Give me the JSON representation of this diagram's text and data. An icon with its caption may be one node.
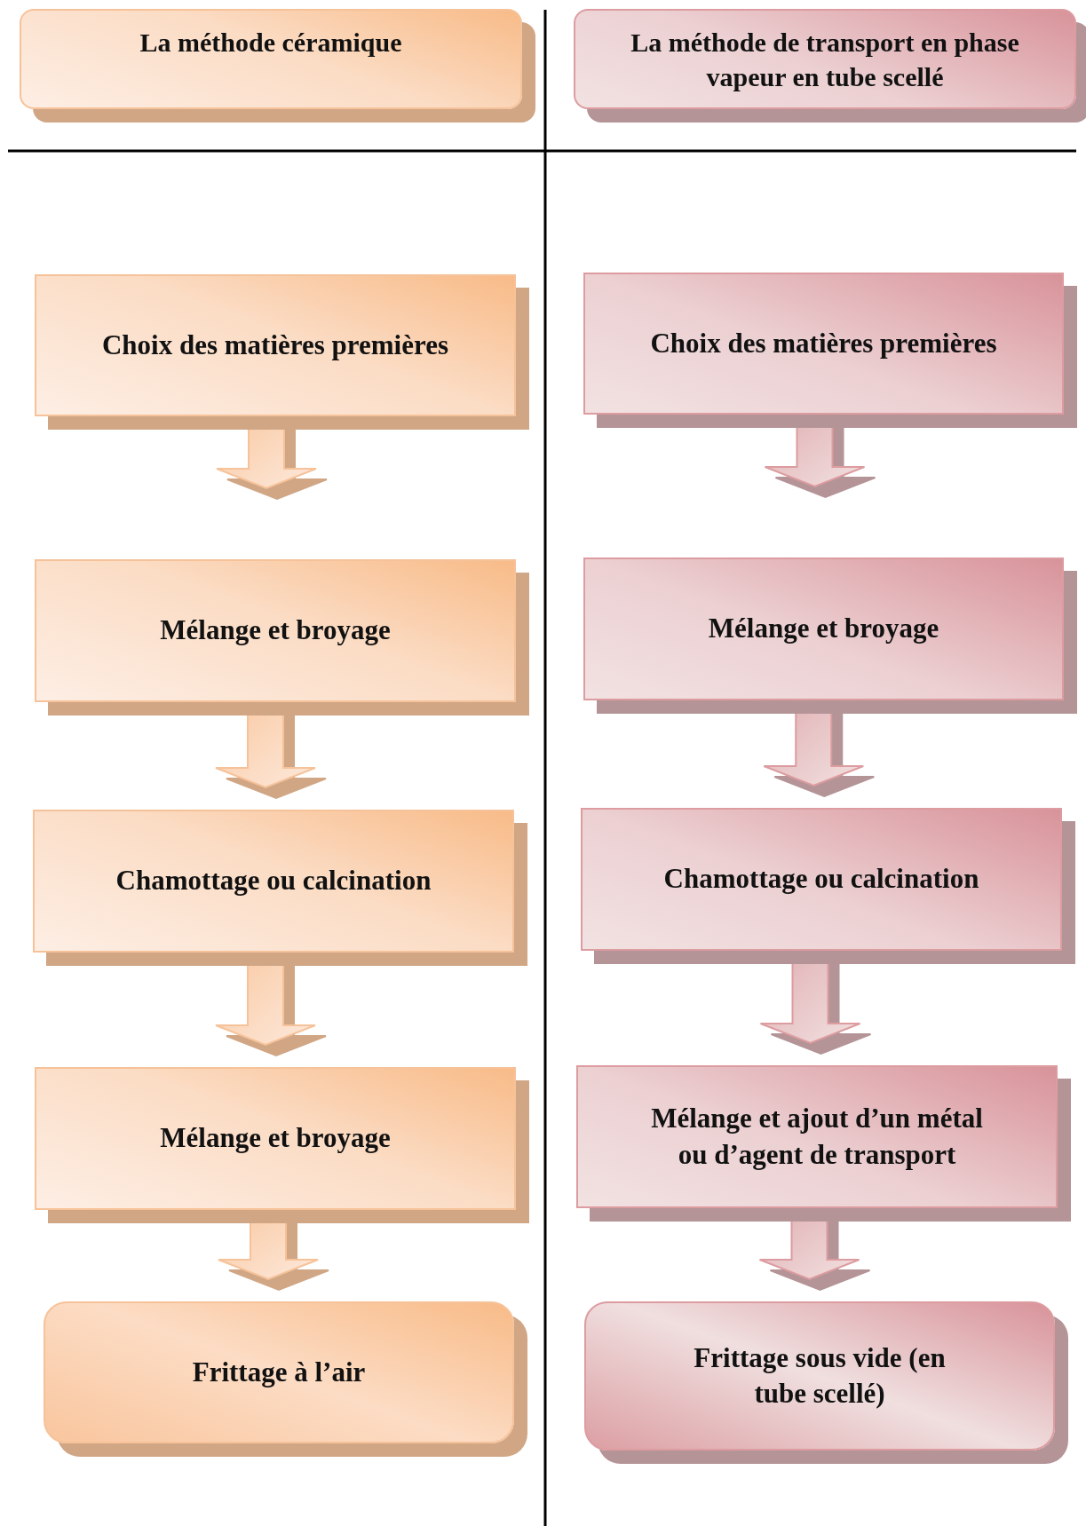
{
  "diagram": {
    "nodes": [
      {
        "text": [
          "La méthode céramique"
        ]
      },
      {
        "text": [
          "La méthode de transport en phase vapeur en tube scellé"
        ]
      },
      {
        "text": [
          "Choix des matières premières"
        ]
      },
      {
        "text": [
          "Mélange et broyage"
        ]
      },
      {
        "text": [
          "Chamottage ou calcination"
        ]
      },
      {
        "text": [
          "Mélange et broyage"
        ]
      },
      {
        "text": [
          "Frittage à l’air"
        ]
      },
      {
        "text": [
          "Choix des matières premières"
        ]
      },
      {
        "text": [
          "Mélange et broyage"
        ]
      },
      {
        "text": [
          "Chamottage ou calcination"
        ]
      },
      {
        "text": [
          "Mélange et ajout d’un métal ou d’agent de transport"
        ]
      },
      {
        "text": [
          "Frittage sous vide (en tube scellé)"
        ]
      }
    ],
    "edges": [
      {
        "from": 2,
        "to": 3,
        "arrow": "to"
      },
      {
        "from": 3,
        "to": 4,
        "arrow": "to"
      },
      {
        "from": 4,
        "to": 5,
        "arrow": "to"
      },
      {
        "from": 5,
        "to": 6,
        "arrow": "to"
      },
      {
        "from": 7,
        "to": 8,
        "arrow": "to"
      },
      {
        "from": 8,
        "to": 9,
        "arrow": "to"
      },
      {
        "from": 9,
        "to": 10,
        "arrow": "to"
      },
      {
        "from": 10,
        "to": 11,
        "arrow": "to"
      }
    ]
  }
}
